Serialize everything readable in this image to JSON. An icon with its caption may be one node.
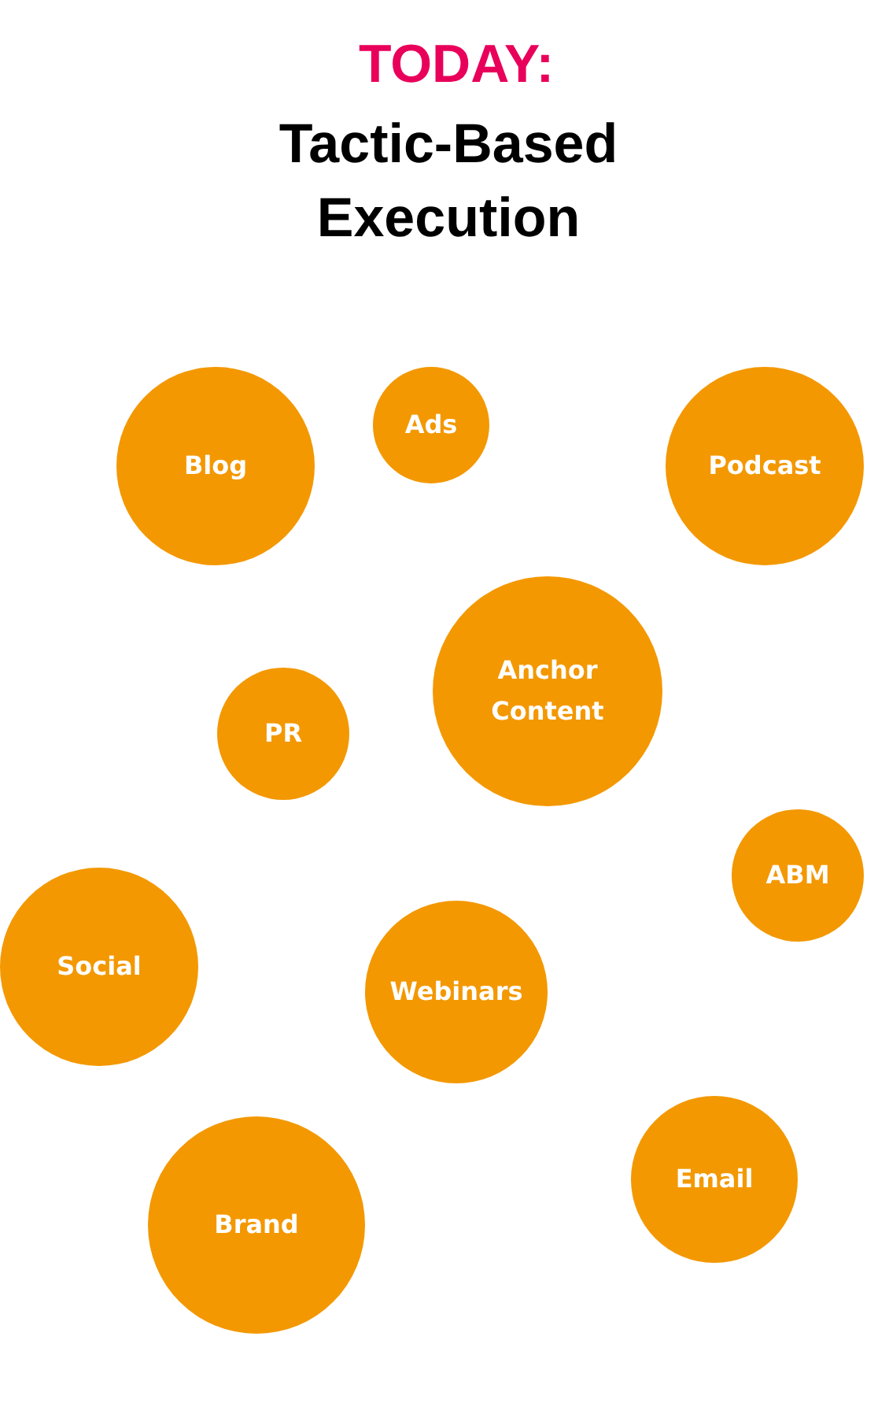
{
  "diagram": {
    "title": "Tactic-Based Execution",
    "nodes": [
      {
        "text": [
          "Blog"
        ]
      },
      {
        "text": [
          "Ads"
        ]
      },
      {
        "text": [
          "Podcast"
        ]
      },
      {
        "text": [
          "Anchor Content"
        ]
      },
      {
        "text": [
          "PR"
        ]
      },
      {
        "text": [
          "ABM"
        ]
      },
      {
        "text": [
          "Social"
        ]
      },
      {
        "text": [
          "Webinars"
        ]
      },
      {
        "text": [
          "Email"
        ]
      },
      {
        "text": [
          "Brand"
        ]
      }
    ],
    "labels": [
      "TODAY:"
    ]
  }
}
